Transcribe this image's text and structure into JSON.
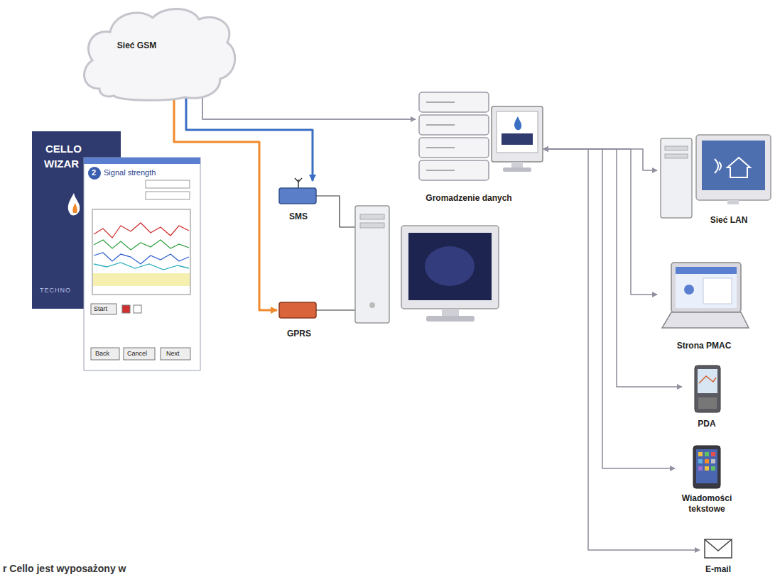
{
  "diagram": {
    "nodes": [
      {
        "text": [
          "Sieć GSM"
        ]
      },
      {
        "text": [
          "Gromadzenie danych"
        ]
      },
      {
        "text": [
          "SMS"
        ]
      },
      {
        "text": [
          "GPRS"
        ]
      },
      {
        "text": [
          "Sieć LAN"
        ]
      },
      {
        "text": [
          "Strona PMAC"
        ]
      },
      {
        "text": [
          "PDA"
        ]
      },
      {
        "text": [
          "Wiadomości tekstowe"
        ]
      },
      {
        "text": [
          "E-mail"
        ]
      }
    ],
    "edges": [
      {
        "from": 0,
        "to": 1,
        "arrow": "to"
      },
      {
        "from": 0,
        "to": 2,
        "arrow": "to"
      },
      {
        "from": 0,
        "to": 3,
        "arrow": "to"
      },
      {
        "from": 1,
        "to": 4,
        "arrow": "both"
      },
      {
        "from": 1,
        "to": 5,
        "arrow": "both"
      },
      {
        "from": 1,
        "to": 6,
        "arrow": "both"
      },
      {
        "from": 1,
        "to": 7,
        "arrow": "both"
      },
      {
        "from": 1,
        "to": 8,
        "arrow": "both"
      }
    ],
    "labels": [
      "CELLO",
      "WIZAR",
      "TECHNO",
      "2",
      "Signal strength",
      "Start",
      "Back",
      "Cancel",
      "Next",
      "r Cello jest wyposażony w"
    ]
  }
}
